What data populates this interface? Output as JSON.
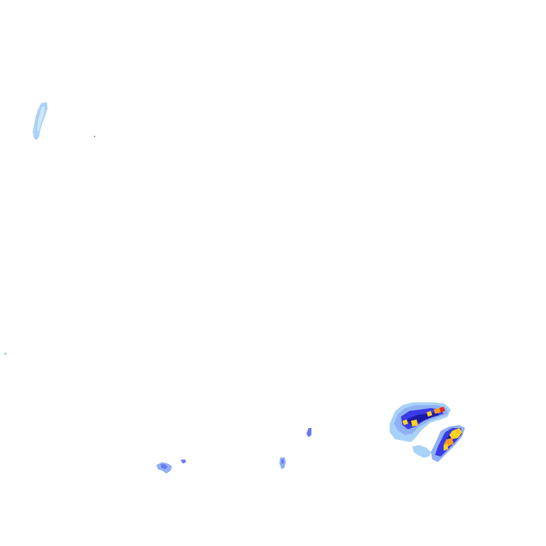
{
  "palette": {
    "background": "#ffffff",
    "very_light": "#cfe6fb",
    "light_blue": "#a8d2f7",
    "mid_blue": "#8fb0f5",
    "blue": "#6a78f0",
    "deep_blue": "#3a3ae6",
    "navy": "#1a1aa8",
    "yellow": "#ffd21e",
    "orange": "#ff9a1e",
    "red": "#e02b20",
    "black": "#000000"
  },
  "echoes": [
    {
      "name": "echo-northwest-streak",
      "intensity": "light"
    },
    {
      "name": "echo-west-speck",
      "intensity": "light"
    },
    {
      "name": "echo-south-cluster-left",
      "intensity": "moderate"
    },
    {
      "name": "echo-south-cluster-mid",
      "intensity": "moderate"
    },
    {
      "name": "echo-south-cluster-center",
      "intensity": "moderate"
    },
    {
      "name": "echo-southeast-storm",
      "intensity": "heavy"
    }
  ]
}
